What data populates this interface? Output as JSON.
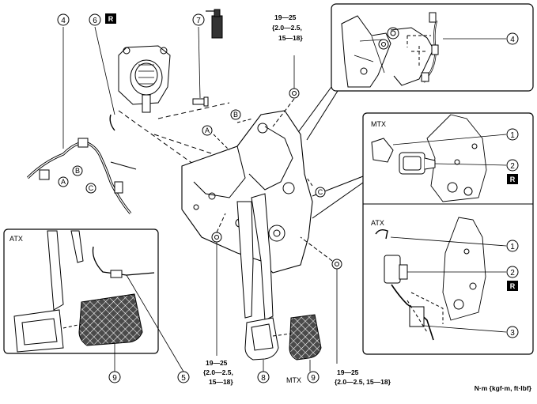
{
  "callouts": {
    "c1": "1",
    "c2": "2",
    "c3": "3",
    "c4": "4",
    "c5": "5",
    "c6": "6",
    "c7": "7",
    "c8": "8",
    "c9": "9"
  },
  "letters": {
    "a": "A",
    "b": "B",
    "c": "C"
  },
  "reuse_mark": "R",
  "labels": {
    "mtx": "MTX",
    "atx": "ATX",
    "units": "N·m {kgf·m, ft·lbf}"
  },
  "torque": {
    "top": [
      "19—25",
      "{2.0—2.5,",
      "15—18}"
    ],
    "bottom_left": [
      "19—25",
      "{2.0—2.5,",
      "15—18}"
    ],
    "bottom_right": [
      "19—25",
      "{2.0—2.5, 15—18}"
    ]
  },
  "colors": {
    "line": "#000000",
    "panel_fill": "#ffffff",
    "pad_fill": "#555555",
    "mark_fill": "#000000"
  }
}
